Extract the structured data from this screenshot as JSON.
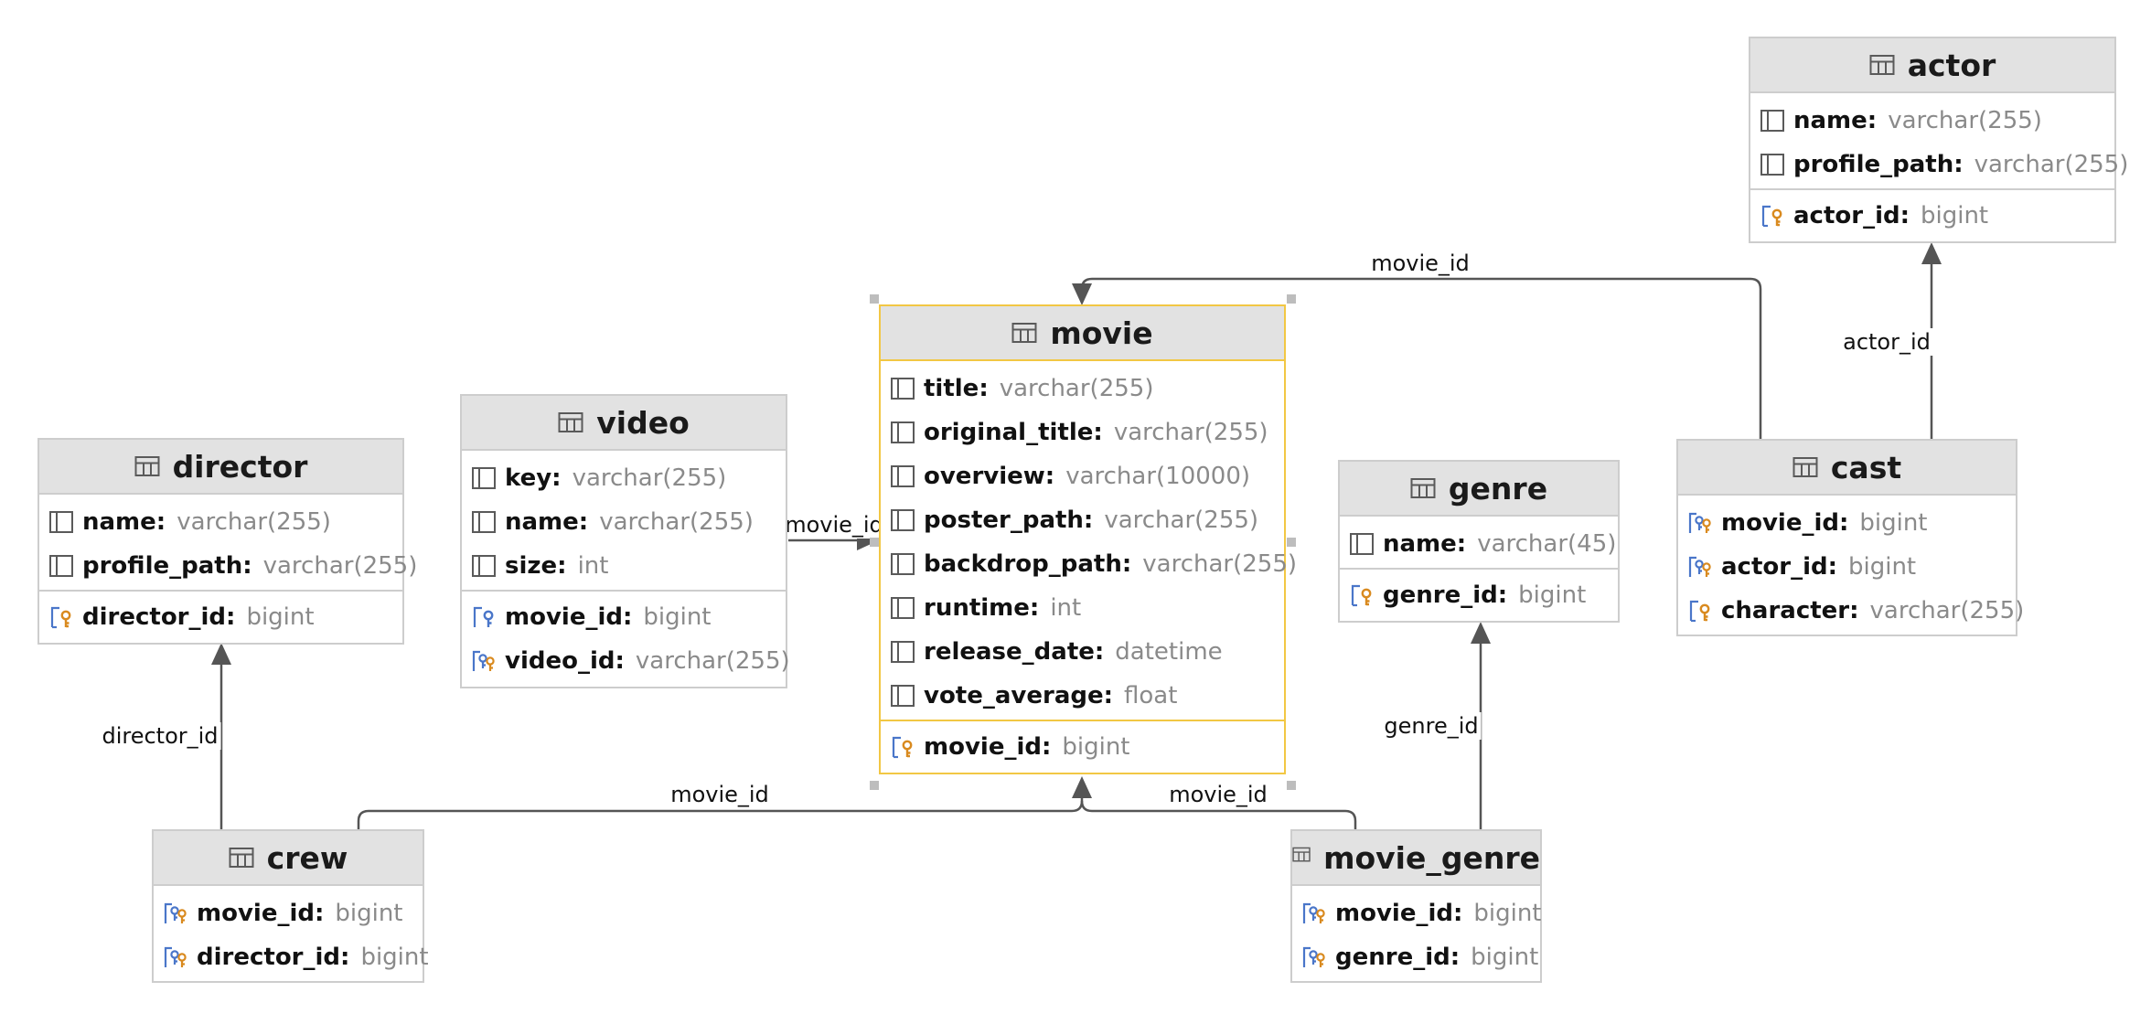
{
  "tables": {
    "actor": {
      "name": "actor",
      "columns": [
        {
          "name": "name:",
          "type": "varchar(255)"
        },
        {
          "name": "profile_path:",
          "type": "varchar(255)"
        }
      ],
      "keys": [
        {
          "name": "actor_id:",
          "type": "bigint",
          "icon": "primary-key-icon"
        }
      ]
    },
    "movie": {
      "name": "movie",
      "columns": [
        {
          "name": "title:",
          "type": "varchar(255)"
        },
        {
          "name": "original_title:",
          "type": "varchar(255)"
        },
        {
          "name": "overview:",
          "type": "varchar(10000)"
        },
        {
          "name": "poster_path:",
          "type": "varchar(255)"
        },
        {
          "name": "backdrop_path:",
          "type": "varchar(255)"
        },
        {
          "name": "runtime:",
          "type": "int"
        },
        {
          "name": "release_date:",
          "type": "datetime"
        },
        {
          "name": "vote_average:",
          "type": "float"
        }
      ],
      "keys": [
        {
          "name": "movie_id:",
          "type": "bigint",
          "icon": "primary-key-icon"
        }
      ]
    },
    "video": {
      "name": "video",
      "columns": [
        {
          "name": "key:",
          "type": "varchar(255)"
        },
        {
          "name": "name:",
          "type": "varchar(255)"
        },
        {
          "name": "size:",
          "type": "int"
        }
      ],
      "keys": [
        {
          "name": "movie_id:",
          "type": "bigint",
          "icon": "foreign-key-icon"
        },
        {
          "name": "video_id:",
          "type": "varchar(255)",
          "icon": "primary-foreign-key-icon"
        }
      ]
    },
    "director": {
      "name": "director",
      "columns": [
        {
          "name": "name:",
          "type": "varchar(255)"
        },
        {
          "name": "profile_path:",
          "type": "varchar(255)"
        }
      ],
      "keys": [
        {
          "name": "director_id:",
          "type": "bigint",
          "icon": "primary-key-icon"
        }
      ]
    },
    "genre": {
      "name": "genre",
      "columns": [
        {
          "name": "name:",
          "type": "varchar(45)"
        }
      ],
      "keys": [
        {
          "name": "genre_id:",
          "type": "bigint",
          "icon": "primary-key-icon"
        }
      ]
    },
    "cast": {
      "name": "cast",
      "columns": [],
      "keys": [
        {
          "name": "movie_id:",
          "type": "bigint",
          "icon": "primary-foreign-key-icon"
        },
        {
          "name": "actor_id:",
          "type": "bigint",
          "icon": "primary-foreign-key-icon"
        },
        {
          "name": "character:",
          "type": "varchar(255)",
          "icon": "primary-key-icon"
        }
      ]
    },
    "crew": {
      "name": "crew",
      "columns": [],
      "keys": [
        {
          "name": "movie_id:",
          "type": "bigint",
          "icon": "primary-foreign-key-icon"
        },
        {
          "name": "director_id:",
          "type": "bigint",
          "icon": "primary-foreign-key-icon"
        }
      ]
    },
    "movie_genre": {
      "name": "movie_genre",
      "columns": [],
      "keys": [
        {
          "name": "movie_id:",
          "type": "bigint",
          "icon": "primary-foreign-key-icon"
        },
        {
          "name": "genre_id:",
          "type": "bigint",
          "icon": "primary-foreign-key-icon"
        }
      ]
    }
  },
  "relationships": [
    {
      "from": "cast",
      "to": "movie",
      "label": "movie_id"
    },
    {
      "from": "cast",
      "to": "actor",
      "label": "actor_id"
    },
    {
      "from": "video",
      "to": "movie",
      "label": "movie_id"
    },
    {
      "from": "crew",
      "to": "director",
      "label": "director_id"
    },
    {
      "from": "crew",
      "to": "movie",
      "label": "movie_id"
    },
    {
      "from": "movie_genre",
      "to": "movie",
      "label": "movie_id"
    },
    {
      "from": "movie_genre",
      "to": "genre",
      "label": "genre_id"
    }
  ],
  "selected_table": "movie",
  "colors": {
    "header_bg": "#e2e2e2",
    "border": "#cdcdcd",
    "selection": "#f2c744",
    "edge": "#555555",
    "type_text": "#8a8a8a",
    "key_gold": "#d98a1f",
    "key_blue": "#4a76c9"
  }
}
